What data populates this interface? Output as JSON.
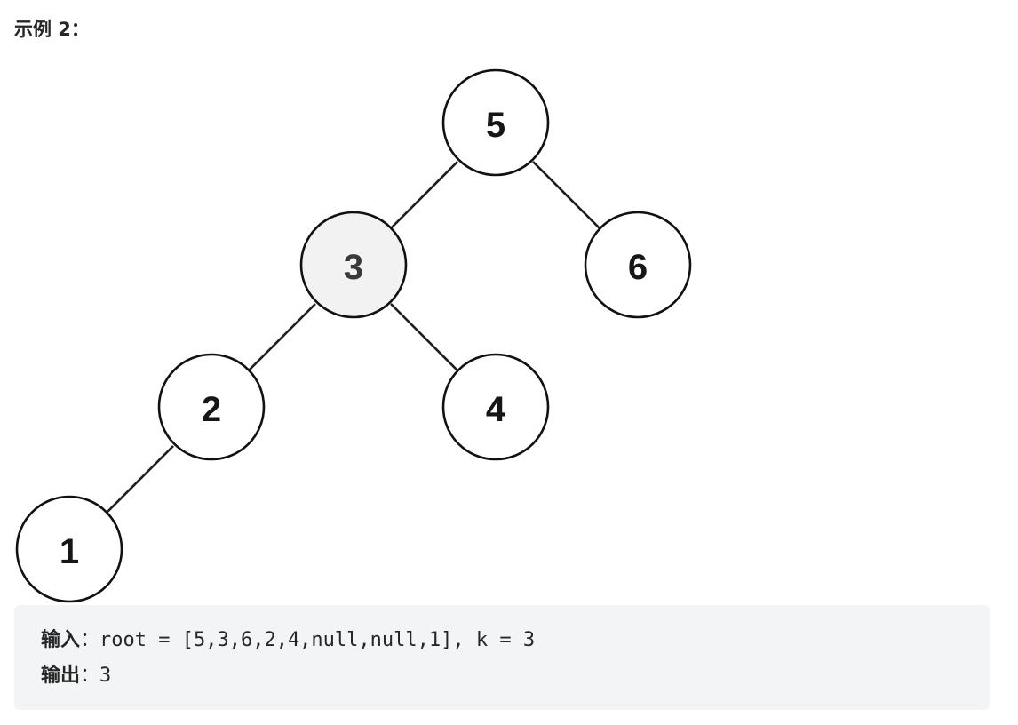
{
  "heading": "示例 2：",
  "tree": {
    "highlight_color": "#f2f2f2",
    "node_fill": "#ffffff",
    "nodes": [
      {
        "id": "n5",
        "label": "5",
        "highlighted": false
      },
      {
        "id": "n3",
        "label": "3",
        "highlighted": true
      },
      {
        "id": "n6",
        "label": "6",
        "highlighted": false
      },
      {
        "id": "n2",
        "label": "2",
        "highlighted": false
      },
      {
        "id": "n4",
        "label": "4",
        "highlighted": false
      },
      {
        "id": "n1",
        "label": "1",
        "highlighted": false
      }
    ],
    "edges": [
      {
        "from": "n5",
        "to": "n3"
      },
      {
        "from": "n5",
        "to": "n6"
      },
      {
        "from": "n3",
        "to": "n2"
      },
      {
        "from": "n3",
        "to": "n4"
      },
      {
        "from": "n2",
        "to": "n1"
      }
    ]
  },
  "example": {
    "input_label": "输入",
    "input_value": "：root = [5,3,6,2,4,null,null,1], k = 3",
    "output_label": "输出",
    "output_value": "：3"
  }
}
